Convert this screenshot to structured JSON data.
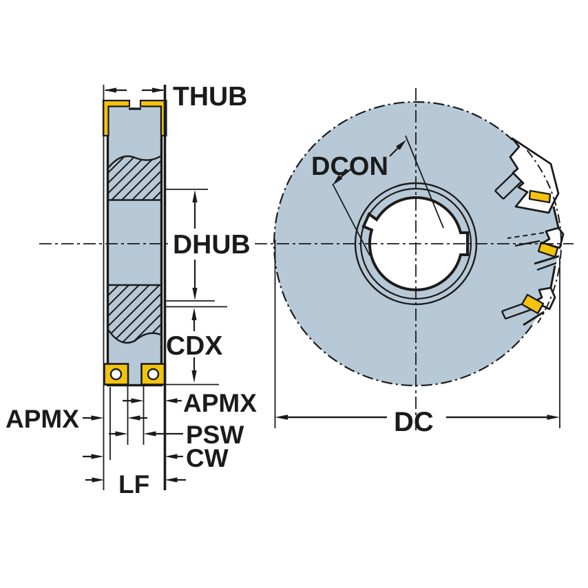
{
  "drawing": {
    "kind": "milling-cutter dimension drawing",
    "colors": {
      "background": "#ffffff",
      "body_fill": "#b7c9d7",
      "insert_fill": "#f2c40d",
      "line": "#1b1b1b"
    },
    "section_view": {
      "labels": {
        "thub": "THUB",
        "dhub": "DHUB",
        "cdx": "CDX",
        "apmx_right": "APMX",
        "apmx_left": "APMX",
        "psw": "PSW",
        "cw": "CW",
        "lf": "LF"
      }
    },
    "front_view": {
      "labels": {
        "dcon": "DCON",
        "dc": "DC"
      }
    }
  }
}
